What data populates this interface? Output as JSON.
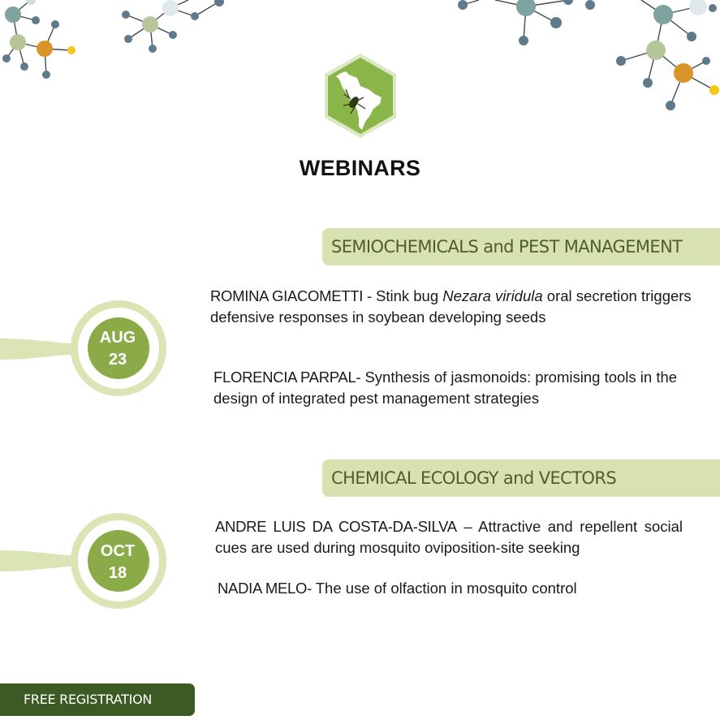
{
  "title": "WEBINARS",
  "colors": {
    "banner_bg": "#d7e2b0",
    "banner_text": "#4f5d2d",
    "date_circle": "#8aab47",
    "date_ring": "#dbe4b5",
    "register_bg": "#3c5a23",
    "logo_green": "#8ab548"
  },
  "logo": {
    "icon": "latin-america-map-insect-hexagon-icon"
  },
  "sections": [
    {
      "heading": "SEMIOCHEMICALS and PEST MANAGEMENT",
      "date": {
        "month": "AUG",
        "day": "23"
      },
      "talks": [
        {
          "speaker": "ROMINA GIACOMETTI -",
          "text_before": " Stink bug ",
          "italic": "Nezara viridula",
          "text_after": " oral secretion triggers defensive responses in soybean developing seeds"
        },
        {
          "speaker": "FLORENCIA PARPAL-",
          "text": " Synthesis of jasmonoids: promising tools in the design of integrated pest management strategies"
        }
      ]
    },
    {
      "heading": "CHEMICAL ECOLOGY and VECTORS",
      "date": {
        "month": "OCT",
        "day": "18"
      },
      "talks": [
        {
          "speaker": "ANDRE LUIS DA COSTA-DA-SILVA",
          "text": " – Attractive and repellent social cues are used during mosquito oviposition-site seeking"
        },
        {
          "speaker": "NADIA MELO-",
          "text": " The use of olfaction in mosquito control"
        }
      ]
    }
  ],
  "register_label": "FREE REGISTRATION"
}
